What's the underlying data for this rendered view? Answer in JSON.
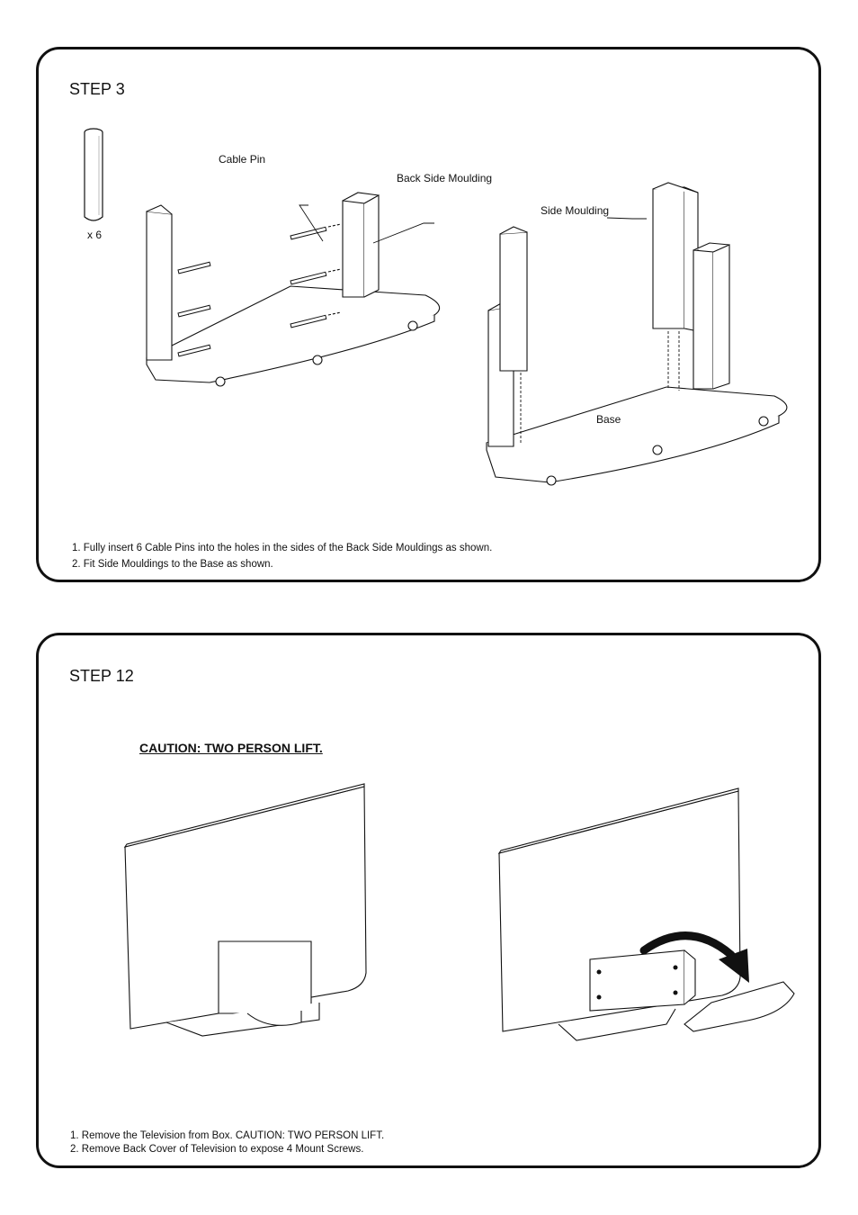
{
  "step3": {
    "title": "STEP 3",
    "pin_quantity": "x 6",
    "labels": {
      "cable_pin": "Cable Pin",
      "back_side_moulding": "Back Side Moulding",
      "side_moulding": "Side Moulding",
      "base": "Base"
    },
    "instructions": [
      "1. Fully insert 6 Cable Pins into the holes in the sides of the Back Side Mouldings as shown.",
      "2. Fit Side Mouldings to the Base as shown."
    ]
  },
  "step12": {
    "title": "STEP 12",
    "caution": "CAUTION: TWO PERSON LIFT.",
    "instructions": [
      "1. Remove the Television from Box. CAUTION: TWO PERSON LIFT.",
      "2. Remove Back Cover of Television to expose 4 Mount Screws."
    ]
  }
}
